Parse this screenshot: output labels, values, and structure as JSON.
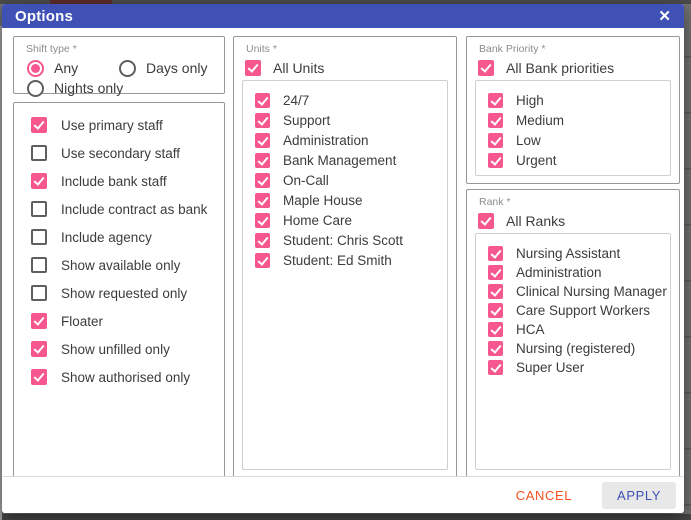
{
  "window": {
    "title": "Options",
    "close_icon": "✕"
  },
  "colors": {
    "header": "#3f51b5",
    "accent_pink": "#f6578e",
    "cancel_text": "#f4511e",
    "apply_text": "#3f51b5"
  },
  "shift_type": {
    "label": "Shift type *",
    "options": [
      {
        "label": "Any",
        "selected": true
      },
      {
        "label": "Days only",
        "selected": false
      },
      {
        "label": "Nights only",
        "selected": false
      }
    ]
  },
  "filters": {
    "items": [
      {
        "label": "Use primary staff",
        "checked": true
      },
      {
        "label": "Use secondary staff",
        "checked": false
      },
      {
        "label": "Include bank staff",
        "checked": true
      },
      {
        "label": "Include contract as bank",
        "checked": false
      },
      {
        "label": "Include agency",
        "checked": false
      },
      {
        "label": "Show available only",
        "checked": false
      },
      {
        "label": "Show requested only",
        "checked": false
      },
      {
        "label": "Floater",
        "checked": true
      },
      {
        "label": "Show unfilled only",
        "checked": true
      },
      {
        "label": "Show authorised only",
        "checked": true
      }
    ]
  },
  "units": {
    "label": "Units *",
    "all": {
      "label": "All Units",
      "checked": true
    },
    "items": [
      {
        "label": "24/7",
        "checked": true
      },
      {
        "label": "Support",
        "checked": true
      },
      {
        "label": "Administration",
        "checked": true
      },
      {
        "label": "Bank Management",
        "checked": true
      },
      {
        "label": "On-Call",
        "checked": true
      },
      {
        "label": "Maple House",
        "checked": true
      },
      {
        "label": "Home Care",
        "checked": true
      },
      {
        "label": "Student: Chris Scott",
        "checked": true
      },
      {
        "label": "Student: Ed Smith",
        "checked": true
      }
    ]
  },
  "bank_priority": {
    "label": "Bank Priority *",
    "all": {
      "label": "All Bank priorities",
      "checked": true
    },
    "items": [
      {
        "label": "High",
        "checked": true
      },
      {
        "label": "Medium",
        "checked": true
      },
      {
        "label": "Low",
        "checked": true
      },
      {
        "label": "Urgent",
        "checked": true
      }
    ]
  },
  "rank": {
    "label": "Rank *",
    "all": {
      "label": "All Ranks",
      "checked": true
    },
    "items": [
      {
        "label": "Nursing Assistant",
        "checked": true
      },
      {
        "label": "Administration",
        "checked": true
      },
      {
        "label": "Clinical Nursing Manager",
        "checked": true
      },
      {
        "label": "Care Support Workers",
        "checked": true
      },
      {
        "label": "HCA",
        "checked": true
      },
      {
        "label": "Nursing (registered)",
        "checked": true
      },
      {
        "label": "Super User",
        "checked": true
      }
    ]
  },
  "footer": {
    "cancel_label": "CANCEL",
    "apply_label": "APPLY"
  }
}
